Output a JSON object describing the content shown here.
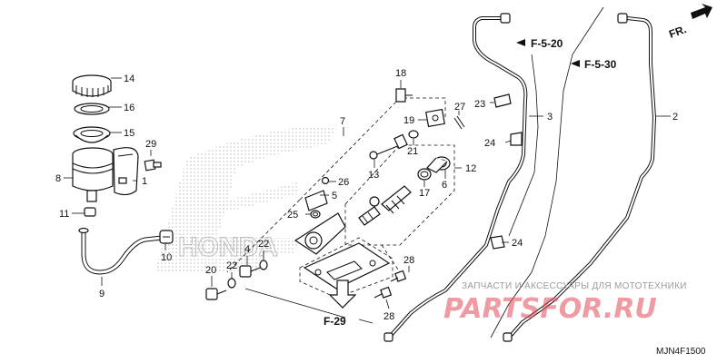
{
  "callouts": {
    "c1": "1",
    "c2": "2",
    "c3": "3",
    "c4": "4",
    "c5": "5",
    "c6": "6",
    "c7": "7",
    "c8": "8",
    "c9": "9",
    "c10": "10",
    "c11": "11",
    "c12": "12",
    "c13": "13",
    "c14": "14",
    "c15": "15",
    "c16": "16",
    "c17": "17",
    "c18": "18",
    "c19": "19",
    "c20": "20",
    "c21": "21",
    "c22a": "22",
    "c22b": "22",
    "c23": "23",
    "c24a": "24",
    "c24b": "24",
    "c25": "25",
    "c26": "26",
    "c27": "27",
    "c28a": "28",
    "c28b": "28",
    "c29": "29"
  },
  "references": {
    "f520": "F-5-20",
    "f530": "F-5-30",
    "f29": "F-29",
    "front": "FR."
  },
  "watermark": {
    "text": "ЗАПЧАСТИ И АКСЕССУАРЫ ДЛЯ МОТОТЕХНИКИ",
    "logo": "PARTSFOR.RU"
  },
  "diagram_code": "MJN4F1500"
}
